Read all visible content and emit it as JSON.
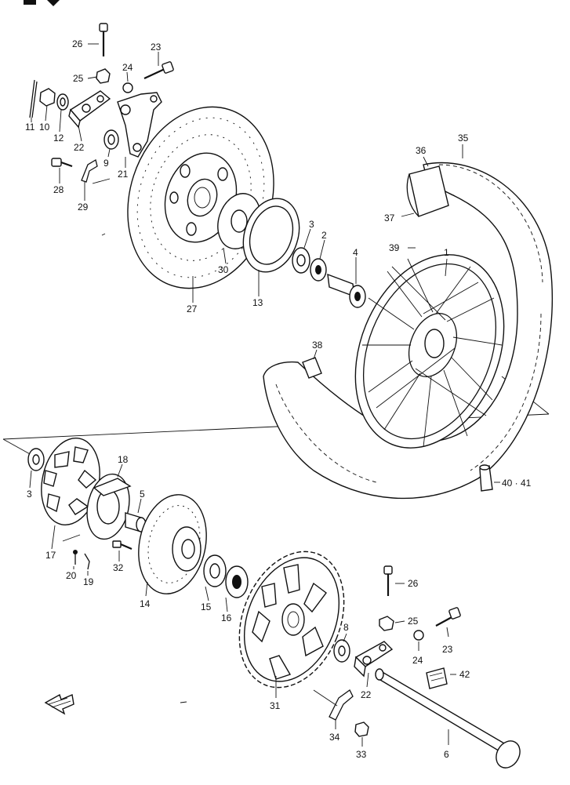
{
  "labels": {
    "l26a": "26",
    "l23a": "23",
    "l24a": "24",
    "l25a": "25",
    "l11": "11",
    "l10": "10",
    "l12": "12",
    "l22a": "22",
    "l9": "9",
    "l21": "21",
    "l28": "28",
    "l29": "29",
    "l36": "36",
    "l35": "35",
    "l37": "37",
    "l39": "39",
    "l3a": "3",
    "l2": "2",
    "l4": "4",
    "l1": "1",
    "l30": "30",
    "l27": "27",
    "l13": "13",
    "l38": "38",
    "l4041": "40 · 41",
    "l18": "18",
    "l3b": "3",
    "l5": "5",
    "l17": "17",
    "l20": "20",
    "l19": "19",
    "l32": "32",
    "l14": "14",
    "l15": "15",
    "l16": "16",
    "l26b": "26",
    "l25b": "25",
    "l8": "8",
    "l24b": "24",
    "l23b": "23",
    "l42": "42",
    "l22b": "22",
    "l31": "31",
    "l34": "34",
    "l33": "33",
    "l6": "6"
  },
  "icons": [
    "front-arrow-icon"
  ]
}
